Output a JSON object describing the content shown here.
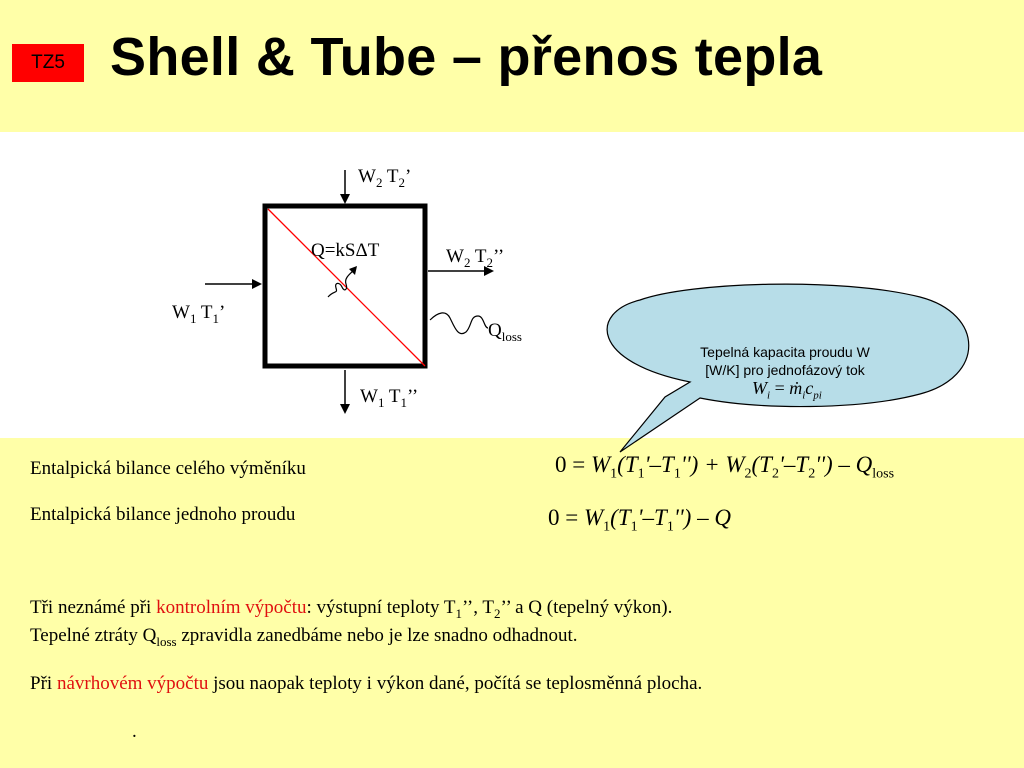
{
  "header": {
    "badge": "TZ5",
    "title": "Shell & Tube – přenos tepla"
  },
  "diagram": {
    "top_in": {
      "w": "W",
      "w_sub": "2",
      "t": "T",
      "t_sub": "2",
      "mark": "’"
    },
    "right_out": {
      "w": "W",
      "w_sub": "2",
      "t": "T",
      "t_sub": "2",
      "mark": "’’"
    },
    "left_in": {
      "w": "W",
      "w_sub": "1",
      "t": "T",
      "t_sub": "1",
      "mark": "’"
    },
    "bottom_out": {
      "w": "W",
      "w_sub": "1",
      "t": "T",
      "t_sub": "1",
      "mark": "’’"
    },
    "center": "Q=kSΔT",
    "loss": {
      "q": "Q",
      "sub": "loss"
    }
  },
  "callout": {
    "line1": "Tepelná kapacita proudu W",
    "line2": "[W/K] pro jednofázový tok",
    "formula": {
      "lhs": "W",
      "lhs_sub": "i",
      "eq": " = ",
      "m": "ṁ",
      "m_sub": "i",
      "c": "c",
      "c_sub": "pi"
    }
  },
  "equations": [
    {
      "label": "Entalpická bilance celého výměníku",
      "text_a": "0 = ",
      "parts": [
        "W",
        "1",
        "(T",
        "1",
        "'–T",
        "1",
        "'') + W",
        "2",
        "(T",
        "2",
        "'–T",
        "2",
        "'') – Q",
        "loss"
      ]
    },
    {
      "label": "Entalpická bilance jednoho proudu",
      "text_a": "0 = ",
      "parts": [
        "W",
        "1",
        "(T",
        "1",
        "'–T",
        "1",
        "'') – Q"
      ]
    }
  ],
  "paragraphs": {
    "p1_a": "Tři neznámé při ",
    "p1_red": "kontrolním výpočtu",
    "p1_b": ": výstupní teploty T",
    "p1_s1": "1",
    "p1_c": "’’, T",
    "p1_s2": "2",
    "p1_d": "’’ a Q (tepelný výkon).",
    "p2_a": "Tepelné ztráty Q",
    "p2_sub": "loss",
    "p2_b": " zpravidla zanedbáme nebo je lze snadno odhadnout.",
    "p3_a": "Při ",
    "p3_red": "návrhovém výpočtu",
    "p3_b": " jsou naopak teploty i výkon dané, počítá se teplosměnná plocha.",
    "dot": "."
  },
  "colors": {
    "background": "#ffffa8",
    "badge": "#ff0000",
    "accent_red": "#e01010",
    "callout_fill": "#b7dde8"
  }
}
